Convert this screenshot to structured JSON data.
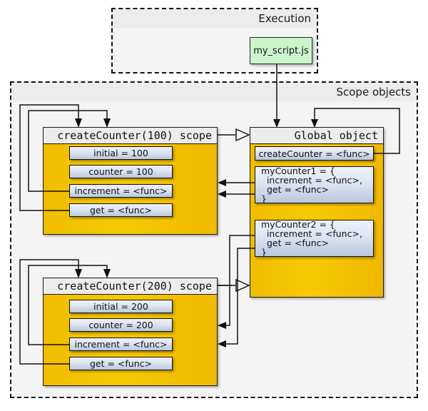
{
  "execution": {
    "title": "Execution",
    "script_node": {
      "label": "my_script.js",
      "color": "#ccf5cc"
    }
  },
  "scope_objects": {
    "title": "Scope objects",
    "boxes": [
      {
        "title": "createCounter(100) scope",
        "color": "#f5c400",
        "fields": [
          {
            "label": "initial = 100"
          },
          {
            "label": "counter = 100"
          },
          {
            "label": "increment = <func>"
          },
          {
            "label": "get = <func>"
          }
        ]
      },
      {
        "title": "Global object",
        "color": "#f5c400",
        "fields": [
          {
            "label": "createCounter = <func>"
          },
          {
            "label": "myCounter1 = {\n  increment = <func>,\n  get = <func>\n}"
          },
          {
            "label": "myCounter2 = {\n  increment = <func>,\n  get = <func>\n}"
          }
        ]
      },
      {
        "title": "createCounter(200) scope",
        "color": "#f5c400",
        "fields": [
          {
            "label": "initial = 200"
          },
          {
            "label": "counter = 200"
          },
          {
            "label": "increment = <func>"
          },
          {
            "label": "get = <func>"
          }
        ]
      }
    ]
  },
  "colors": {
    "scope_fill": "#f5c400",
    "field_fill": "#b9c7de",
    "script_fill": "#ccf5cc",
    "frame_bg": "#f4f4f4",
    "title_bar": "#ececec",
    "stroke": "#111111"
  }
}
